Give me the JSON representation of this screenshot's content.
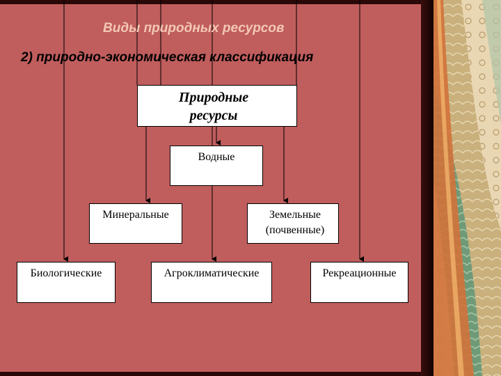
{
  "title": "Виды природных ресурсов",
  "subtitle": "2) природно-экономическая классификация",
  "diagram": {
    "root": "Природные ресурсы",
    "nodes": {
      "water": "Водные",
      "mineral": "Минеральные",
      "land": "Земельные (почвенные)",
      "biological": "Биологические",
      "agroclimatic": "Агроклиматические",
      "recreational": "Рекреационные"
    }
  }
}
